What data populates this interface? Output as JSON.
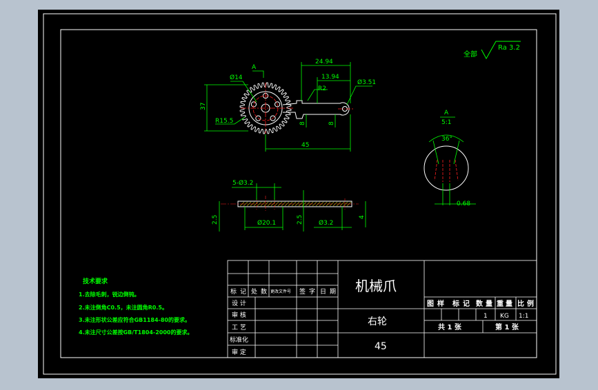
{
  "colors": {
    "background": "#b8c3cf",
    "canvas": "#000000",
    "outline": "#ffffff",
    "dimension": "#00ff00",
    "centerline": "#ff2020",
    "hatch": "#b0b000",
    "tech_notes": "#00ff00"
  },
  "roughness": {
    "label": "全部",
    "value": "Ra 3.2"
  },
  "dimensions": {
    "d1": "24.94",
    "d2": "13.94",
    "d3": "R2",
    "d4": "Ø3.51",
    "d5": "Ø14",
    "d6": "A",
    "d7": "37",
    "d8": "R15.5",
    "d9": "8",
    "d10": "8",
    "d11": "45",
    "d12": "5-Ø3.2",
    "d13": "2.5",
    "d14": "Ø20.1",
    "d15": "2.5",
    "d16": "Ø3.2",
    "d17": "4"
  },
  "detail": {
    "label": "A",
    "scale": "5:1",
    "angle": "36°",
    "width": "0.68"
  },
  "tech_notes": {
    "title": "技术要求",
    "items": [
      "1.去除毛刺，锐边倒钝。",
      "2.未注倒角C0.5，未注圆角R0.5。",
      "3.未注形状公差应符合GB1184-80的要求。",
      "4.未注尺寸公差按GB/T1804-2000的要求。"
    ]
  },
  "title_block": {
    "head_cells": [
      "标",
      "记",
      "处",
      "数",
      "更改文件号",
      "签",
      "字",
      "日",
      "期"
    ],
    "rows": [
      "设 计",
      "审 核",
      "工 艺",
      "标准化",
      "审 定"
    ],
    "name": "机械爪",
    "part": "右轮",
    "material": "45",
    "right_head": [
      "图",
      "样",
      "标",
      "记",
      "数",
      "量",
      "重",
      "量",
      "比",
      "例"
    ],
    "right_values": [
      "1",
      "KG",
      "1:1"
    ],
    "total_sheets": "共 1 张",
    "sheet_no": "第 1 张"
  }
}
